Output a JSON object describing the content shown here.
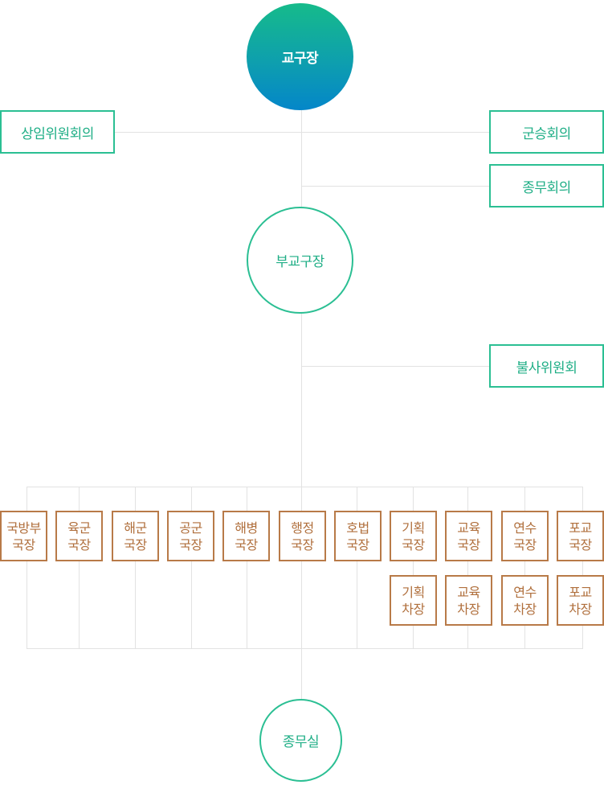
{
  "chart": {
    "head": "교구장",
    "committees": {
      "standing": "상임위원회의",
      "military": "군승회의",
      "general": "종무회의",
      "buddhist": "불사위원회"
    },
    "deputy": "부교구장",
    "departments": [
      {
        "line1": "국방부",
        "line2": "국장"
      },
      {
        "line1": "육군",
        "line2": "국장"
      },
      {
        "line1": "해군",
        "line2": "국장"
      },
      {
        "line1": "공군",
        "line2": "국장"
      },
      {
        "line1": "해병",
        "line2": "국장"
      },
      {
        "line1": "행정",
        "line2": "국장"
      },
      {
        "line1": "호법",
        "line2": "국장"
      },
      {
        "line1": "기획",
        "line2": "국장"
      },
      {
        "line1": "교육",
        "line2": "국장"
      },
      {
        "line1": "연수",
        "line2": "국장"
      },
      {
        "line1": "포교",
        "line2": "국장"
      }
    ],
    "deputy_directors": [
      {
        "line1": "기획",
        "line2": "차장"
      },
      {
        "line1": "교육",
        "line2": "차장"
      },
      {
        "line1": "연수",
        "line2": "차장"
      },
      {
        "line1": "포교",
        "line2": "차장"
      }
    ],
    "office": "종무실"
  },
  "colors": {
    "accent_green": "#2bbf93",
    "gradient_top": "#16bb8a",
    "gradient_bottom": "#0486c9",
    "department_brown": "#b87a48",
    "connector_gray": "#e2e2e2"
  }
}
